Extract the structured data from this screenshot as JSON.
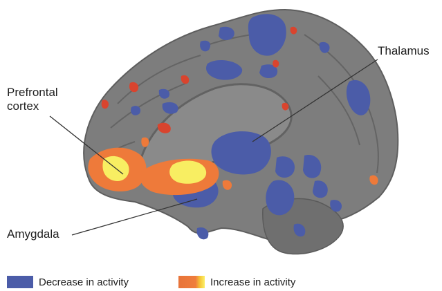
{
  "labels": {
    "prefrontal_line1": "Prefrontal",
    "prefrontal_line2": "cortex",
    "thalamus": "Thalamus",
    "amygdala": "Amygdala"
  },
  "legend": {
    "decrease": "Decrease in activity",
    "increase": "Increase in activity"
  },
  "colors": {
    "brain": "#7d7d7d",
    "decrease": "#4b5ca8",
    "increase_orange": "#ee7a3a",
    "increase_yellow": "#f8ee62",
    "red": "#d9442e"
  }
}
